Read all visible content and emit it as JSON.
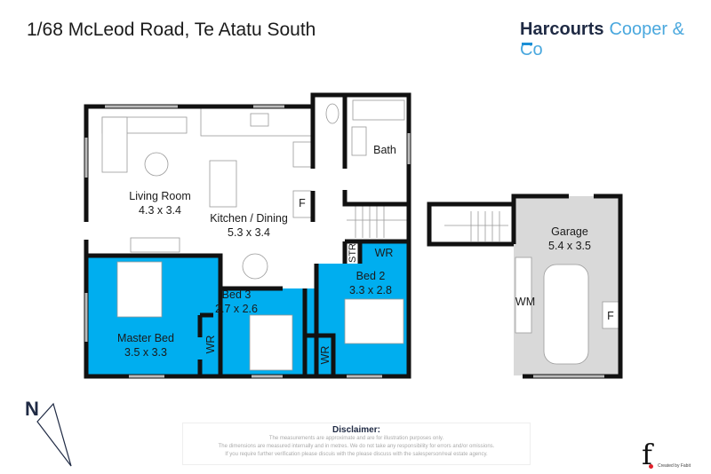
{
  "header": {
    "title": "1/68 McLeod Road, Te Atatu South"
  },
  "brand": {
    "primary": "Harcourts",
    "secondary": "Cooper & Co"
  },
  "rooms": {
    "living": {
      "name": "Living Room",
      "size": "4.3 x 3.4"
    },
    "kitchen": {
      "name": "Kitchen / Dining",
      "size": "5.3 x 3.4"
    },
    "bath": {
      "name": "Bath"
    },
    "master": {
      "name": "Master Bed",
      "size": "3.5 x 3.3"
    },
    "bed3": {
      "name": "Bed 3",
      "size": "2.7 x 2.6"
    },
    "bed2": {
      "name": "Bed 2",
      "size": "3.3 x 2.8"
    },
    "garage": {
      "name": "Garage",
      "size": "5.4 x 3.5"
    },
    "wr": "WR",
    "str": "STR",
    "fridge": "F",
    "wm": "WM"
  },
  "compass": {
    "label": "N"
  },
  "disclaimer": {
    "title": "Disclaimer:",
    "lines": [
      "The measurements are approximate and are for illustration purposes only.",
      "The dimensions are measured internally and in metres. We do not take any responsibility for errors and/or omissions.",
      "If you require further verification please discuis with the please discuss with the salesperson/real estate agency."
    ]
  },
  "credit": {
    "text": "Created by Fabit"
  },
  "colors": {
    "bedroom": "#00aeef",
    "garage": "#d9d9d9",
    "wall": "#111111",
    "brand_dark": "#1f2a44",
    "brand_light": "#4aa8de"
  }
}
